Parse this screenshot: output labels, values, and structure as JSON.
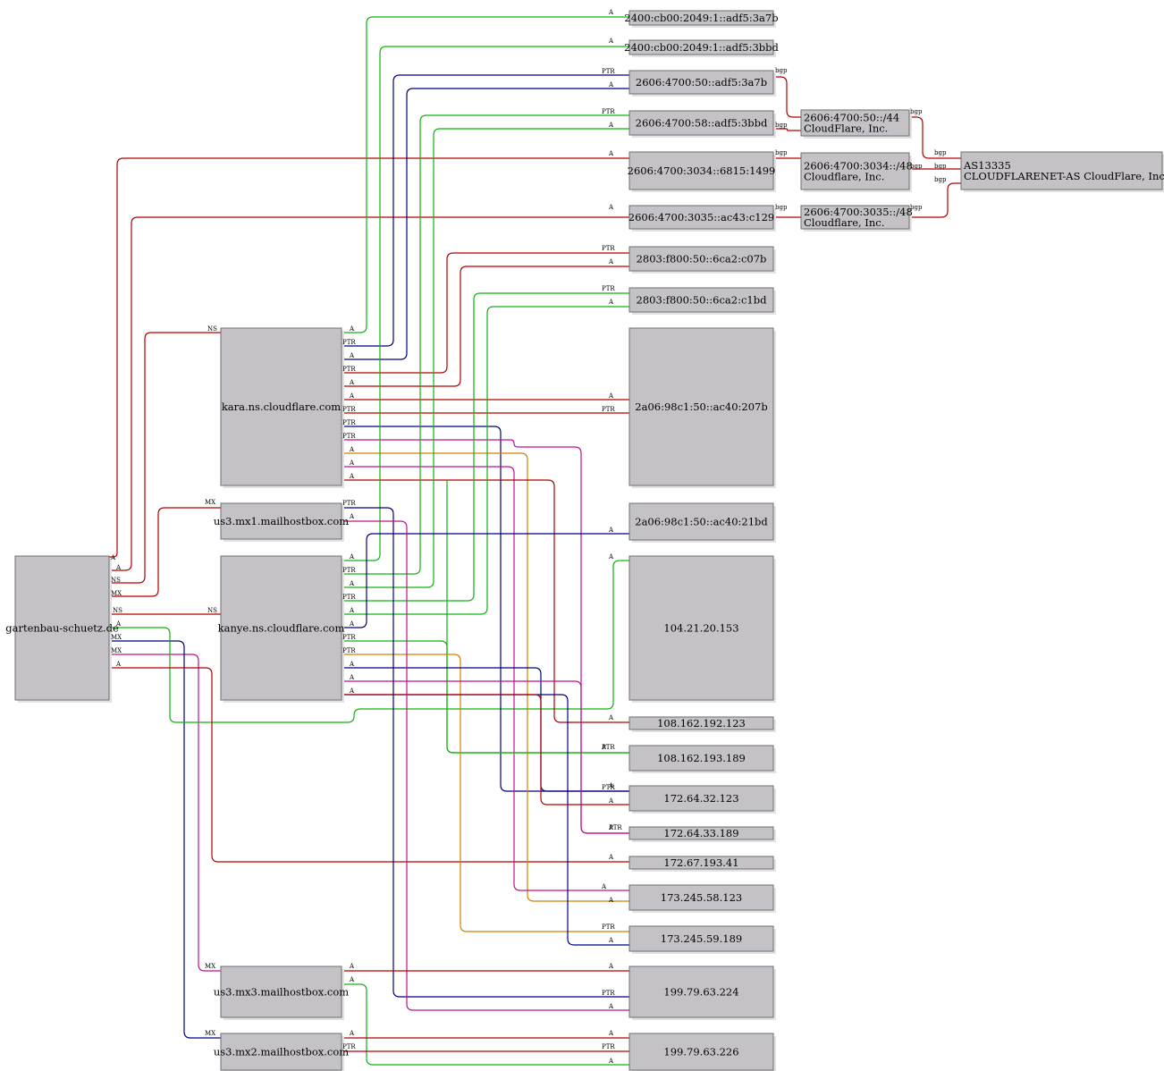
{
  "colors": {
    "red": "#b00000",
    "green": "#10b010",
    "blue": "#000080",
    "magenta": "#c0108c",
    "orange": "#d08000",
    "node_fill": "#c4c2c6",
    "shadow": "#e2e2e2"
  },
  "nodes": [
    {
      "id": "garten",
      "lines": [
        "gartenbau-schuetz.de"
      ]
    },
    {
      "id": "kara",
      "lines": [
        "kara.ns.cloudflare.com"
      ]
    },
    {
      "id": "kanye",
      "lines": [
        "kanye.ns.cloudflare.com"
      ]
    },
    {
      "id": "mx1",
      "lines": [
        "us3.mx1.mailhostbox.com"
      ]
    },
    {
      "id": "mx3",
      "lines": [
        "us3.mx3.mailhostbox.com"
      ]
    },
    {
      "id": "mx2",
      "lines": [
        "us3.mx2.mailhostbox.com"
      ]
    },
    {
      "id": "ip6_2400a",
      "lines": [
        "2400:cb00:2049:1::adf5:3a7b"
      ]
    },
    {
      "id": "ip6_2400b",
      "lines": [
        "2400:cb00:2049:1::adf5:3bbd"
      ]
    },
    {
      "id": "ip6_50",
      "lines": [
        "2606:4700:50::adf5:3a7b"
      ]
    },
    {
      "id": "ip6_58",
      "lines": [
        "2606:4700:58::adf5:3bbd"
      ]
    },
    {
      "id": "ip6_3034",
      "lines": [
        "2606:4700:3034::6815:1499"
      ]
    },
    {
      "id": "ip6_3035",
      "lines": [
        "2606:4700:3035::ac43:c129"
      ]
    },
    {
      "id": "ip6_2803a",
      "lines": [
        "2803:f800:50::6ca2:c07b"
      ]
    },
    {
      "id": "ip6_2803b",
      "lines": [
        "2803:f800:50::6ca2:c1bd"
      ]
    },
    {
      "id": "ip6_2a06a",
      "lines": [
        "2a06:98c1:50::ac40:207b"
      ]
    },
    {
      "id": "ip6_2a06b",
      "lines": [
        "2a06:98c1:50::ac40:21bd"
      ]
    },
    {
      "id": "pfx_50",
      "lines": [
        "2606:4700:50::/44",
        "CloudFlare, Inc."
      ]
    },
    {
      "id": "pfx_3034",
      "lines": [
        "2606:4700:3034::/48",
        "Cloudflare, Inc."
      ]
    },
    {
      "id": "pfx_3035",
      "lines": [
        "2606:4700:3035::/48",
        "Cloudflare, Inc."
      ]
    },
    {
      "id": "as",
      "lines": [
        "AS13335",
        "CLOUDFLARENET-AS CloudFlare, Inc."
      ]
    },
    {
      "id": "ip_104",
      "lines": [
        "104.21.20.153"
      ]
    },
    {
      "id": "ip_108a",
      "lines": [
        "108.162.192.123"
      ]
    },
    {
      "id": "ip_108b",
      "lines": [
        "108.162.193.189"
      ]
    },
    {
      "id": "ip_172a",
      "lines": [
        "172.64.32.123"
      ]
    },
    {
      "id": "ip_172b",
      "lines": [
        "172.64.33.189"
      ]
    },
    {
      "id": "ip_172c",
      "lines": [
        "172.67.193.41"
      ]
    },
    {
      "id": "ip_173a",
      "lines": [
        "173.245.58.123"
      ]
    },
    {
      "id": "ip_173b",
      "lines": [
        "173.245.59.189"
      ]
    },
    {
      "id": "ip_199a",
      "lines": [
        "199.79.63.224"
      ]
    },
    {
      "id": "ip_199b",
      "lines": [
        "199.79.63.226"
      ]
    }
  ],
  "edges": [
    {
      "from": "garten",
      "to": "kara",
      "label": "NS",
      "color": "red"
    },
    {
      "from": "garten",
      "to": "kanye",
      "label": "NS",
      "color": "red"
    },
    {
      "from": "garten",
      "to": "mx1",
      "label": "MX",
      "color": "red"
    },
    {
      "from": "garten",
      "to": "mx3",
      "label": "MX",
      "color": "magenta"
    },
    {
      "from": "garten",
      "to": "mx2",
      "label": "MX",
      "color": "blue"
    },
    {
      "from": "garten",
      "to": "ip6_3034",
      "label": "A",
      "color": "red"
    },
    {
      "from": "garten",
      "to": "ip6_3035",
      "label": "A",
      "color": "red"
    },
    {
      "from": "garten",
      "to": "ip_104",
      "label": "A",
      "color": "green"
    },
    {
      "from": "garten",
      "to": "ip_172c",
      "label": "A",
      "color": "red"
    },
    {
      "from": "kara",
      "to": "ip6_2400a",
      "label": "A",
      "color": "green"
    },
    {
      "from": "kara",
      "to": "ip6_50",
      "label": "PTR",
      "color": "blue"
    },
    {
      "from": "kara",
      "to": "ip6_50",
      "label": "A",
      "color": "blue"
    },
    {
      "from": "kara",
      "to": "ip6_2803a",
      "label": "PTR",
      "color": "red"
    },
    {
      "from": "kara",
      "to": "ip6_2803a",
      "label": "A",
      "color": "red"
    },
    {
      "from": "kara",
      "to": "ip6_2a06a",
      "label": "A",
      "color": "red"
    },
    {
      "from": "kara",
      "to": "ip6_2a06a",
      "label": "PTR",
      "color": "red"
    },
    {
      "from": "kara",
      "to": "ip_172a",
      "label": "PTR",
      "color": "blue"
    },
    {
      "from": "kara",
      "to": "ip_172b",
      "label": "PTR",
      "color": "magenta"
    },
    {
      "from": "kara",
      "to": "ip_173a",
      "label": "A",
      "color": "orange"
    },
    {
      "from": "kara",
      "to": "ip_172c",
      "label": "A",
      "color": "magenta"
    },
    {
      "from": "kara",
      "to": "ip_108a",
      "label": "A",
      "color": "red"
    },
    {
      "from": "kara",
      "to": "ip_108b",
      "label": "A",
      "color": "green"
    },
    {
      "from": "kanye",
      "to": "ip6_2400b",
      "label": "A",
      "color": "green"
    },
    {
      "from": "kanye",
      "to": "ip6_58",
      "label": "PTR",
      "color": "green"
    },
    {
      "from": "kanye",
      "to": "ip6_58",
      "label": "A",
      "color": "green"
    },
    {
      "from": "kanye",
      "to": "ip6_2803b",
      "label": "PTR",
      "color": "green"
    },
    {
      "from": "kanye",
      "to": "ip6_2803b",
      "label": "A",
      "color": "green"
    },
    {
      "from": "kanye",
      "to": "ip6_2a06b",
      "label": "A",
      "color": "blue"
    },
    {
      "from": "kanye",
      "to": "ip_108b",
      "label": "PTR",
      "color": "green"
    },
    {
      "from": "kanye",
      "to": "ip_173b",
      "label": "PTR",
      "color": "orange"
    },
    {
      "from": "kanye",
      "to": "ip_172a",
      "label": "A",
      "color": "blue"
    },
    {
      "from": "kanye",
      "to": "ip_172b",
      "label": "A",
      "color": "magenta"
    },
    {
      "from": "kanye",
      "to": "ip_173b",
      "label": "A",
      "color": "blue"
    },
    {
      "from": "kanye",
      "to": "ip_173a",
      "label": "A",
      "color": "red"
    },
    {
      "from": "mx1",
      "to": "ip_199a",
      "label": "PTR",
      "color": "blue"
    },
    {
      "from": "mx1",
      "to": "ip_199a",
      "label": "A",
      "color": "magenta"
    },
    {
      "from": "mx3",
      "to": "ip_199a",
      "label": "A",
      "color": "red"
    },
    {
      "from": "mx3",
      "to": "ip_199b",
      "label": "A",
      "color": "green"
    },
    {
      "from": "mx2",
      "to": "ip_199b",
      "label": "A",
      "color": "red"
    },
    {
      "from": "mx2",
      "to": "ip_199b",
      "label": "PTR",
      "color": "red"
    },
    {
      "from": "ip6_50",
      "to": "pfx_50",
      "label": "bgp",
      "color": "red"
    },
    {
      "from": "ip6_58",
      "to": "pfx_50",
      "label": "bgp",
      "color": "red"
    },
    {
      "from": "ip6_3034",
      "to": "pfx_3034",
      "label": "bgp",
      "color": "red"
    },
    {
      "from": "ip6_3035",
      "to": "pfx_3035",
      "label": "bgp",
      "color": "red"
    },
    {
      "from": "pfx_50",
      "to": "as",
      "label": "bgp",
      "color": "red"
    },
    {
      "from": "pfx_3034",
      "to": "as",
      "label": "bgp",
      "color": "red"
    },
    {
      "from": "pfx_3035",
      "to": "as",
      "label": "bgp",
      "color": "red"
    }
  ]
}
